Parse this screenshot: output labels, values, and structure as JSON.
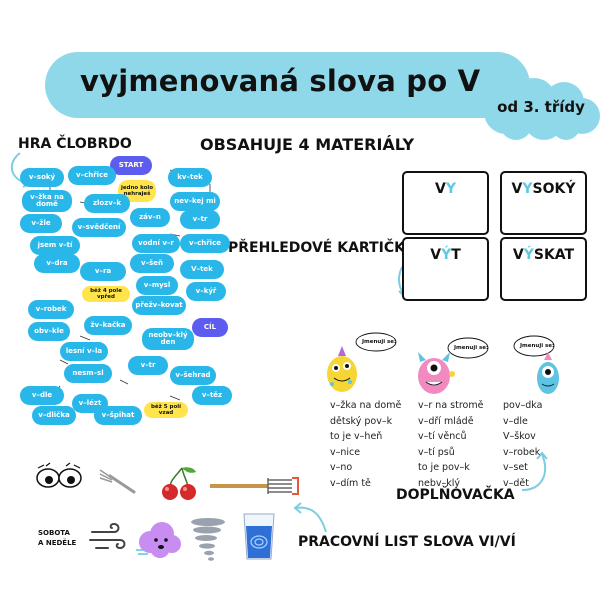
{
  "header": {
    "title": "vyjmenovaná slova po V",
    "badge": "od 3. třídy"
  },
  "materials_heading": "OBSAHUJE 4 MATERIÁLY",
  "labels": {
    "board_game": "HRA ČLOBRDO",
    "cards": "PŘEHLEDOVÉ KARTIČKY",
    "fill_in": "DOPLŇOVAČKA",
    "worksheet": "PRACOVNÍ LIST SLOVA VI/VÍ"
  },
  "board": {
    "cells": [
      {
        "text": "START",
        "style": "purple"
      },
      {
        "text": "v–soký"
      },
      {
        "text": "v–chřice"
      },
      {
        "text": "jedno kolo nehraješ",
        "style": "yellow"
      },
      {
        "text": "kv–tek"
      },
      {
        "text": "v–žka na domě"
      },
      {
        "text": "zlozv–k"
      },
      {
        "text": "nev–kej mi"
      },
      {
        "text": "v–žle"
      },
      {
        "text": "v–svědčení"
      },
      {
        "text": "záv–n"
      },
      {
        "text": "v–tr"
      },
      {
        "text": "jsem v–tí"
      },
      {
        "text": "vodní v–r"
      },
      {
        "text": "v–chřice"
      },
      {
        "text": "v–dra"
      },
      {
        "text": "v–šeň"
      },
      {
        "text": "v–ra"
      },
      {
        "text": "V–tek"
      },
      {
        "text": "běž 4 pole vpřed",
        "style": "yellow"
      },
      {
        "text": "v–mysl"
      },
      {
        "text": "v–kýř"
      },
      {
        "text": "v–robek"
      },
      {
        "text": "přežv–kovat"
      },
      {
        "text": "obv–kle"
      },
      {
        "text": "žv–kačka"
      },
      {
        "text": "CÍL",
        "style": "purple"
      },
      {
        "text": "neobv–klý den"
      },
      {
        "text": "lesní v–la"
      },
      {
        "text": "nesm–sl"
      },
      {
        "text": "v–tr"
      },
      {
        "text": "v–šehrad"
      },
      {
        "text": "v–dle"
      },
      {
        "text": "v–těz"
      },
      {
        "text": "v–dlička"
      },
      {
        "text": "v–lézt"
      },
      {
        "text": "v–špihat"
      },
      {
        "text": "běž 5 polí vzad",
        "style": "yellow"
      }
    ]
  },
  "cards": [
    {
      "pre": "V",
      "hl": "Y",
      "post": ""
    },
    {
      "pre": "V",
      "hl": "Y",
      "post": "SOKÝ"
    },
    {
      "pre": "V",
      "hl": "Ý",
      "post": "T"
    },
    {
      "pre": "V",
      "hl": "Ý",
      "post": "SKAT"
    }
  ],
  "bubble_text": "Jmenuji se:",
  "fill_in": {
    "columns": [
      [
        "v–žka na domě",
        "dětský pov–k",
        "to je v–heň",
        "v–nice",
        "v–no",
        "v–dím tě"
      ],
      [
        "v–r na stromě",
        "v–dří mládě",
        "v–tí věnců",
        "v–tí psů",
        "to je pov–k",
        "nebv–klý"
      ],
      [
        "pov–dka",
        "v–dle",
        "V–škov",
        "v–robek",
        "v–set",
        "v–dět"
      ]
    ]
  },
  "worksheet": {
    "label_line1": "SOBOTA",
    "label_line2": "A NEDĚLE"
  },
  "icons": [
    "eyes-icon",
    "fork-icon",
    "cherries-icon",
    "pitchfork-icon",
    "wind-icon",
    "cloud-face-icon",
    "tornado-icon",
    "water-glass-icon"
  ],
  "colors": {
    "banner": "#8fd8ea",
    "pill_blue": "#29b6e8",
    "pill_yellow": "#ffe44c",
    "pill_purple": "#5d5cf0",
    "card_highlight": "#5dc9e6"
  }
}
